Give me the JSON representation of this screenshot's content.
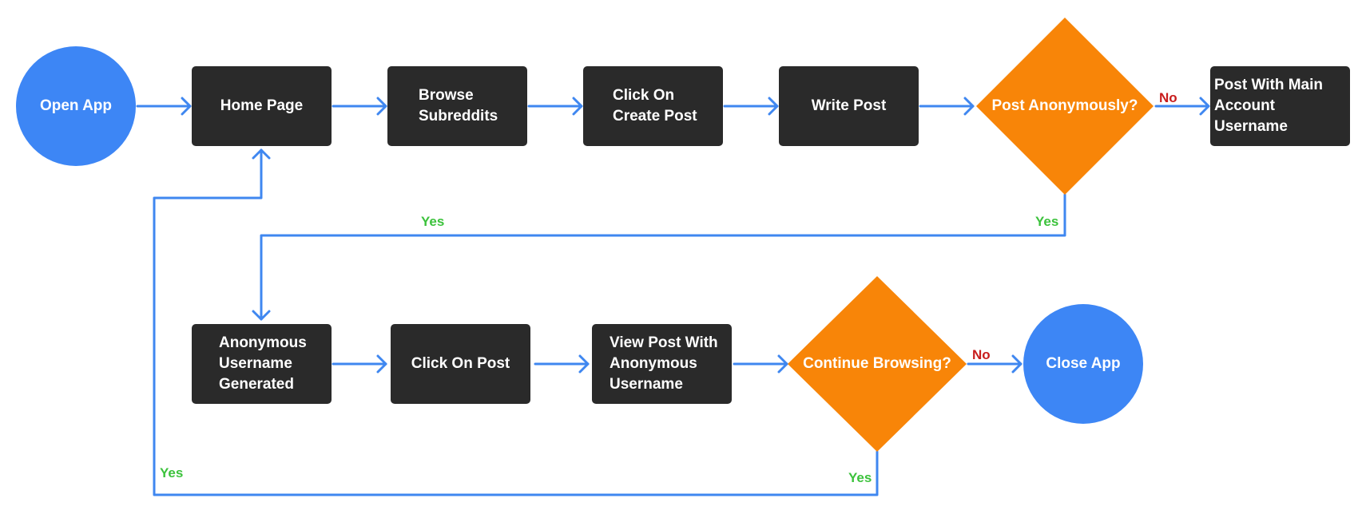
{
  "colors": {
    "start_end_fill": "#3d86f5",
    "process_fill": "#2a2a2a",
    "decision_fill": "#f88508",
    "connector": "#3f87f0",
    "yes_label": "#3cc23c",
    "no_label": "#c81c1c"
  },
  "nodes": {
    "open_app": "Open App",
    "home_page": "Home Page",
    "browse_subreddits": [
      "Browse",
      "Subreddits"
    ],
    "click_on_create_post": [
      "Click On",
      "Create Post"
    ],
    "write_post": "Write Post",
    "post_anonymously": "Post Anonymously?",
    "post_with_main_account": [
      "Post With Main",
      "Account Username"
    ],
    "anonymous_username_generated": [
      "Anonymous",
      "Username",
      "Generated"
    ],
    "click_on_post": "Click On Post",
    "view_post_with_anonymous": [
      "View Post With",
      "Anonymous",
      "Username"
    ],
    "continue_browsing": "Continue Browsing?",
    "close_app": "Close App"
  },
  "edge_labels": {
    "post_anonymously_no": "No",
    "post_anonymously_yes_right": "Yes",
    "post_anonymously_yes_left": "Yes",
    "continue_browsing_no": "No",
    "continue_browsing_yes": "Yes",
    "loop_back_yes": "Yes"
  }
}
